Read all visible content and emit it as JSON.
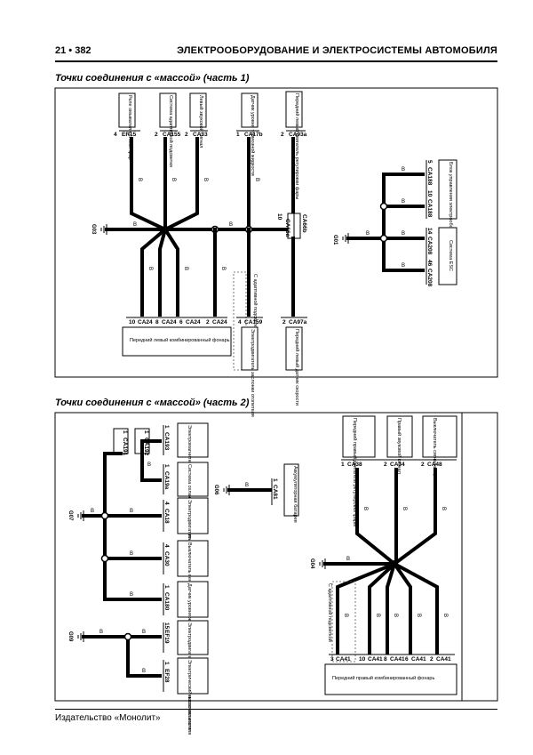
{
  "header": {
    "page_number": "21 • 382",
    "title": "ЭЛЕКТРООБОРУДОВАНИЕ И ЭЛЕКТРОСИСТЕМЫ АВТОМОБИЛЯ"
  },
  "section1": {
    "title": "Точки соединения с «массой» (часть 1)",
    "ground_a": "G03",
    "ground_b": "G01",
    "wire_color": "B",
    "top_components": [
      {
        "label": "Реле омывателя стекол фар",
        "pin": "4",
        "connector": "ER15"
      },
      {
        "label": "Система адаптивной подсветки",
        "pin": "2",
        "connector": "CA155"
      },
      {
        "label": "Левый звуковой сигнал",
        "pin": "2",
        "connector": "CA33"
      },
      {
        "label": "Датчик уровня тормозной жидкости",
        "pin": "1",
        "connector": "CA17b"
      },
      {
        "label": "Передний левый двигатель регулировки фары",
        "pin": "2",
        "connector": "CA93a"
      }
    ],
    "joint": {
      "pin": "10",
      "connector_a": "CA66b",
      "connector_b": "CA66a"
    },
    "right_components": [
      {
        "label": "Блок управления электрооборудованием",
        "pins": [
          {
            "pin": "5",
            "connector": "CA188"
          },
          {
            "pin": "10",
            "connector": "CA188"
          }
        ]
      },
      {
        "label": "Система ESC",
        "pins": [
          {
            "pin": "14",
            "connector": "CA208"
          },
          {
            "pin": "46",
            "connector": "CA208"
          }
        ]
      }
    ],
    "bottom_pins": [
      {
        "pin": "10",
        "connector": "CA24"
      },
      {
        "pin": "8",
        "connector": "CA24"
      },
      {
        "pin": "6",
        "connector": "CA24"
      },
      {
        "pin": "2",
        "connector": "CA24"
      }
    ],
    "bottom_lamp": "Передний левый комбинированный фонарь",
    "dashed_note": "С адаптивной подсветкой",
    "bottom_side": [
      {
        "label": "Электродвигатель заслонки отопителя",
        "pin": "4",
        "connector": "CA159"
      },
      {
        "label": "Передний левый датчик скорости",
        "pin": "2",
        "connector": "CA97a"
      }
    ]
  },
  "section2": {
    "title": "Точки соединения с «массой» (часть 2)",
    "ground_c": "G07",
    "ground_d": "G06",
    "ground_e": "G09",
    "ground_f": "G04",
    "wire_color": "B",
    "joint_a": {
      "pin": "1",
      "connector": "CA191"
    },
    "joint_b": {
      "pin": "1",
      "connector": "CA192"
    },
    "left_components": [
      {
        "label": "Электромагнитный клапан системы рециркуляции",
        "pin": "1",
        "connector": "CA193"
      },
      {
        "label": "Система охлаждения двигателя",
        "pin": "1",
        "connector": "CA19a"
      },
      {
        "label": "Электродвигатель вентилятора",
        "pin": "4",
        "connector": "CA18"
      },
      {
        "label": "Выключатель вентилятора",
        "pin": "4",
        "connector": "CA30"
      },
      {
        "label": "Датчик уровня жидкости",
        "pin": "1",
        "connector": "CA180"
      },
      {
        "label": "Электродвигатель переднего стеклоочистителя",
        "pin": "15",
        "connector": "EF19"
      },
      {
        "label": "Электрический насос омывателя",
        "pin": "1",
        "connector": "EF28"
      }
    ],
    "middle_component": {
      "label": "Аккумуляторная батарея",
      "pin": "1",
      "connector": "CA81"
    },
    "right_top": [
      {
        "label": "Передний правый двигатель регулировки фары",
        "pin": "1",
        "connector": "CA38"
      },
      {
        "label": "Правый звуковой сигнал",
        "pin": "2",
        "connector": "CA34"
      },
      {
        "label": "Выключатель сигнала торможения",
        "pin": "2",
        "connector": "CA48"
      }
    ],
    "right_bottom_pins": [
      {
        "pin": "3",
        "connector": "CA41"
      },
      {
        "pin": "10",
        "connector": "CA41"
      },
      {
        "pin": "8",
        "connector": "CA41"
      },
      {
        "pin": "6",
        "connector": "CA41"
      },
      {
        "pin": "2",
        "connector": "CA41"
      }
    ],
    "right_lamp": "Передний правый комбинированный фонарь",
    "dashed_note": "С адаптивной подсветкой"
  },
  "footer": {
    "publisher": "Издательство «Монолит»"
  }
}
